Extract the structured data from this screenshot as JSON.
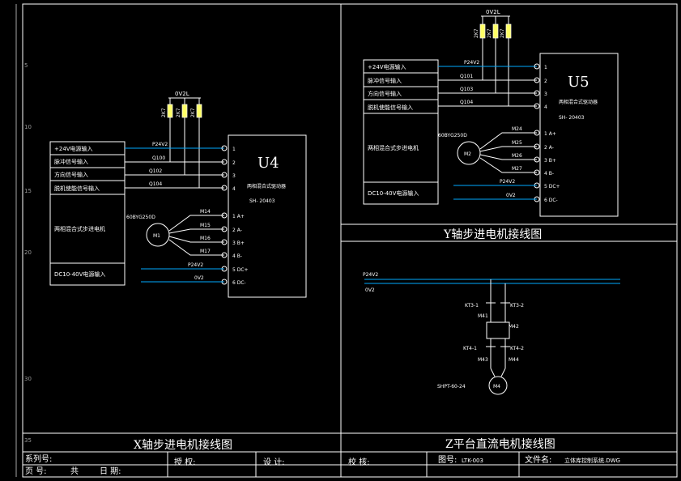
{
  "ruler": [
    "5",
    "10",
    "15",
    "20",
    "30",
    "35"
  ],
  "x_axis": {
    "title": "X轴步进电机接线图",
    "driver_id": "U4",
    "driver_name": "两相混合式驱动器",
    "driver_model": "SH- 20403",
    "power_label": "0V2L",
    "resistors": [
      "2K7",
      "2K7",
      "2K7"
    ],
    "inputs": [
      "+24V电源输入",
      "脉冲信号输入",
      "方向信号输入",
      "脱机使能信号输入"
    ],
    "signals": [
      "P24V2",
      "Q100",
      "Q102",
      "Q104"
    ],
    "motor_box_label": "两相混合式步进电机",
    "supply_box_label": "DC10-40V电源输入",
    "motor_model": "60BYG250D",
    "motor_id": "M1",
    "motor_wires": [
      "M14",
      "M15",
      "M16",
      "M17"
    ],
    "supply_wires": [
      "P24V2",
      "0V2"
    ],
    "pins_top": [
      "1",
      "2",
      "3",
      "4"
    ],
    "pins_bottom": [
      "1 A+",
      "2 A-",
      "3 B+",
      "4 B-",
      "5 DC+",
      "6 DC-"
    ]
  },
  "y_axis": {
    "title": "Y轴步进电机接线图",
    "driver_id": "U5",
    "driver_name": "两相混合式驱动器",
    "driver_model": "SH- 20403",
    "power_label": "0V2L",
    "resistors": [
      "2K7",
      "2K7",
      "2K7"
    ],
    "inputs": [
      "+24V电源输入",
      "脉冲信号输入",
      "方向信号输入",
      "脱机使能信号输入"
    ],
    "signals": [
      "P24V2",
      "Q101",
      "Q103",
      "Q104"
    ],
    "motor_box_label": "两相混合式步进电机",
    "supply_box_label": "DC10-40V电源输入",
    "motor_model": "60BYG250D",
    "motor_id": "M2",
    "motor_wires": [
      "M24",
      "M25",
      "M26",
      "M27"
    ],
    "supply_wires": [
      "P24V2",
      "0V2"
    ],
    "pins": [
      "1",
      "2",
      "3",
      "4",
      "1 A+",
      "2 A-",
      "3 B+",
      "4 B-",
      "5 DC+",
      "6 DC-"
    ]
  },
  "z_axis": {
    "title": "Z平台直流电机接线图",
    "rail_top": "P24V2",
    "rail_bottom": "0V2",
    "kt3_1": "KT3-1",
    "kt3_2": "KT3-2",
    "m41": "M41",
    "m42": "M42",
    "kt4_1": "KT4-1",
    "kt4_2": "KT4-2",
    "m43": "M43",
    "m44": "M44",
    "motor_model": "SHPT-60-24",
    "motor_id": "M4"
  },
  "title_block": {
    "series_label": "系列号:",
    "page_label": "页 号:",
    "total_label": "共",
    "date_label": "日 期:",
    "approve_label": "授 权:",
    "design_label": "设 计:",
    "check_label": "校 核:",
    "drawing_no_label": "图号:",
    "drawing_no": "LTK-003",
    "file_label": "文件名:",
    "file_name": "立体库控制系统.DWG"
  }
}
